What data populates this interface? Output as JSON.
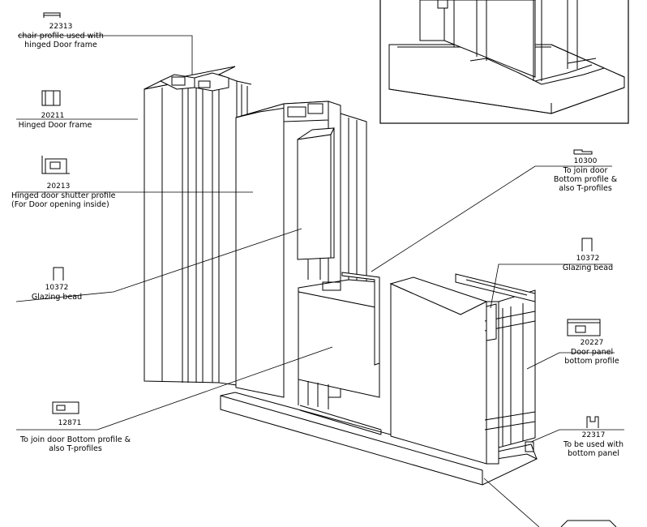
{
  "callouts": [
    {
      "code": "22313",
      "lines": [
        "chair profile used with",
        "hinged Door frame"
      ]
    },
    {
      "code": "20211",
      "lines": [
        "Hinged Door frame"
      ]
    },
    {
      "code": "20213",
      "lines": [
        "Hinged door shutter profile",
        "(For Door opening inside)"
      ]
    },
    {
      "code": "10372",
      "lines": [
        "Glazing bead"
      ]
    },
    {
      "code": "12871",
      "lines": [
        "To join door Bottom profile &",
        "also T-profiles"
      ]
    },
    {
      "code": "10300",
      "lines": [
        "To join door",
        "Bottom profile &",
        "also T-profiles"
      ]
    },
    {
      "code": "10372",
      "lines": [
        "Glazing bead"
      ]
    },
    {
      "code": "20227",
      "lines": [
        "Door panel",
        "bottom profile"
      ]
    },
    {
      "code": "22317",
      "lines": [
        "To be used with",
        "bottom panel"
      ]
    }
  ]
}
